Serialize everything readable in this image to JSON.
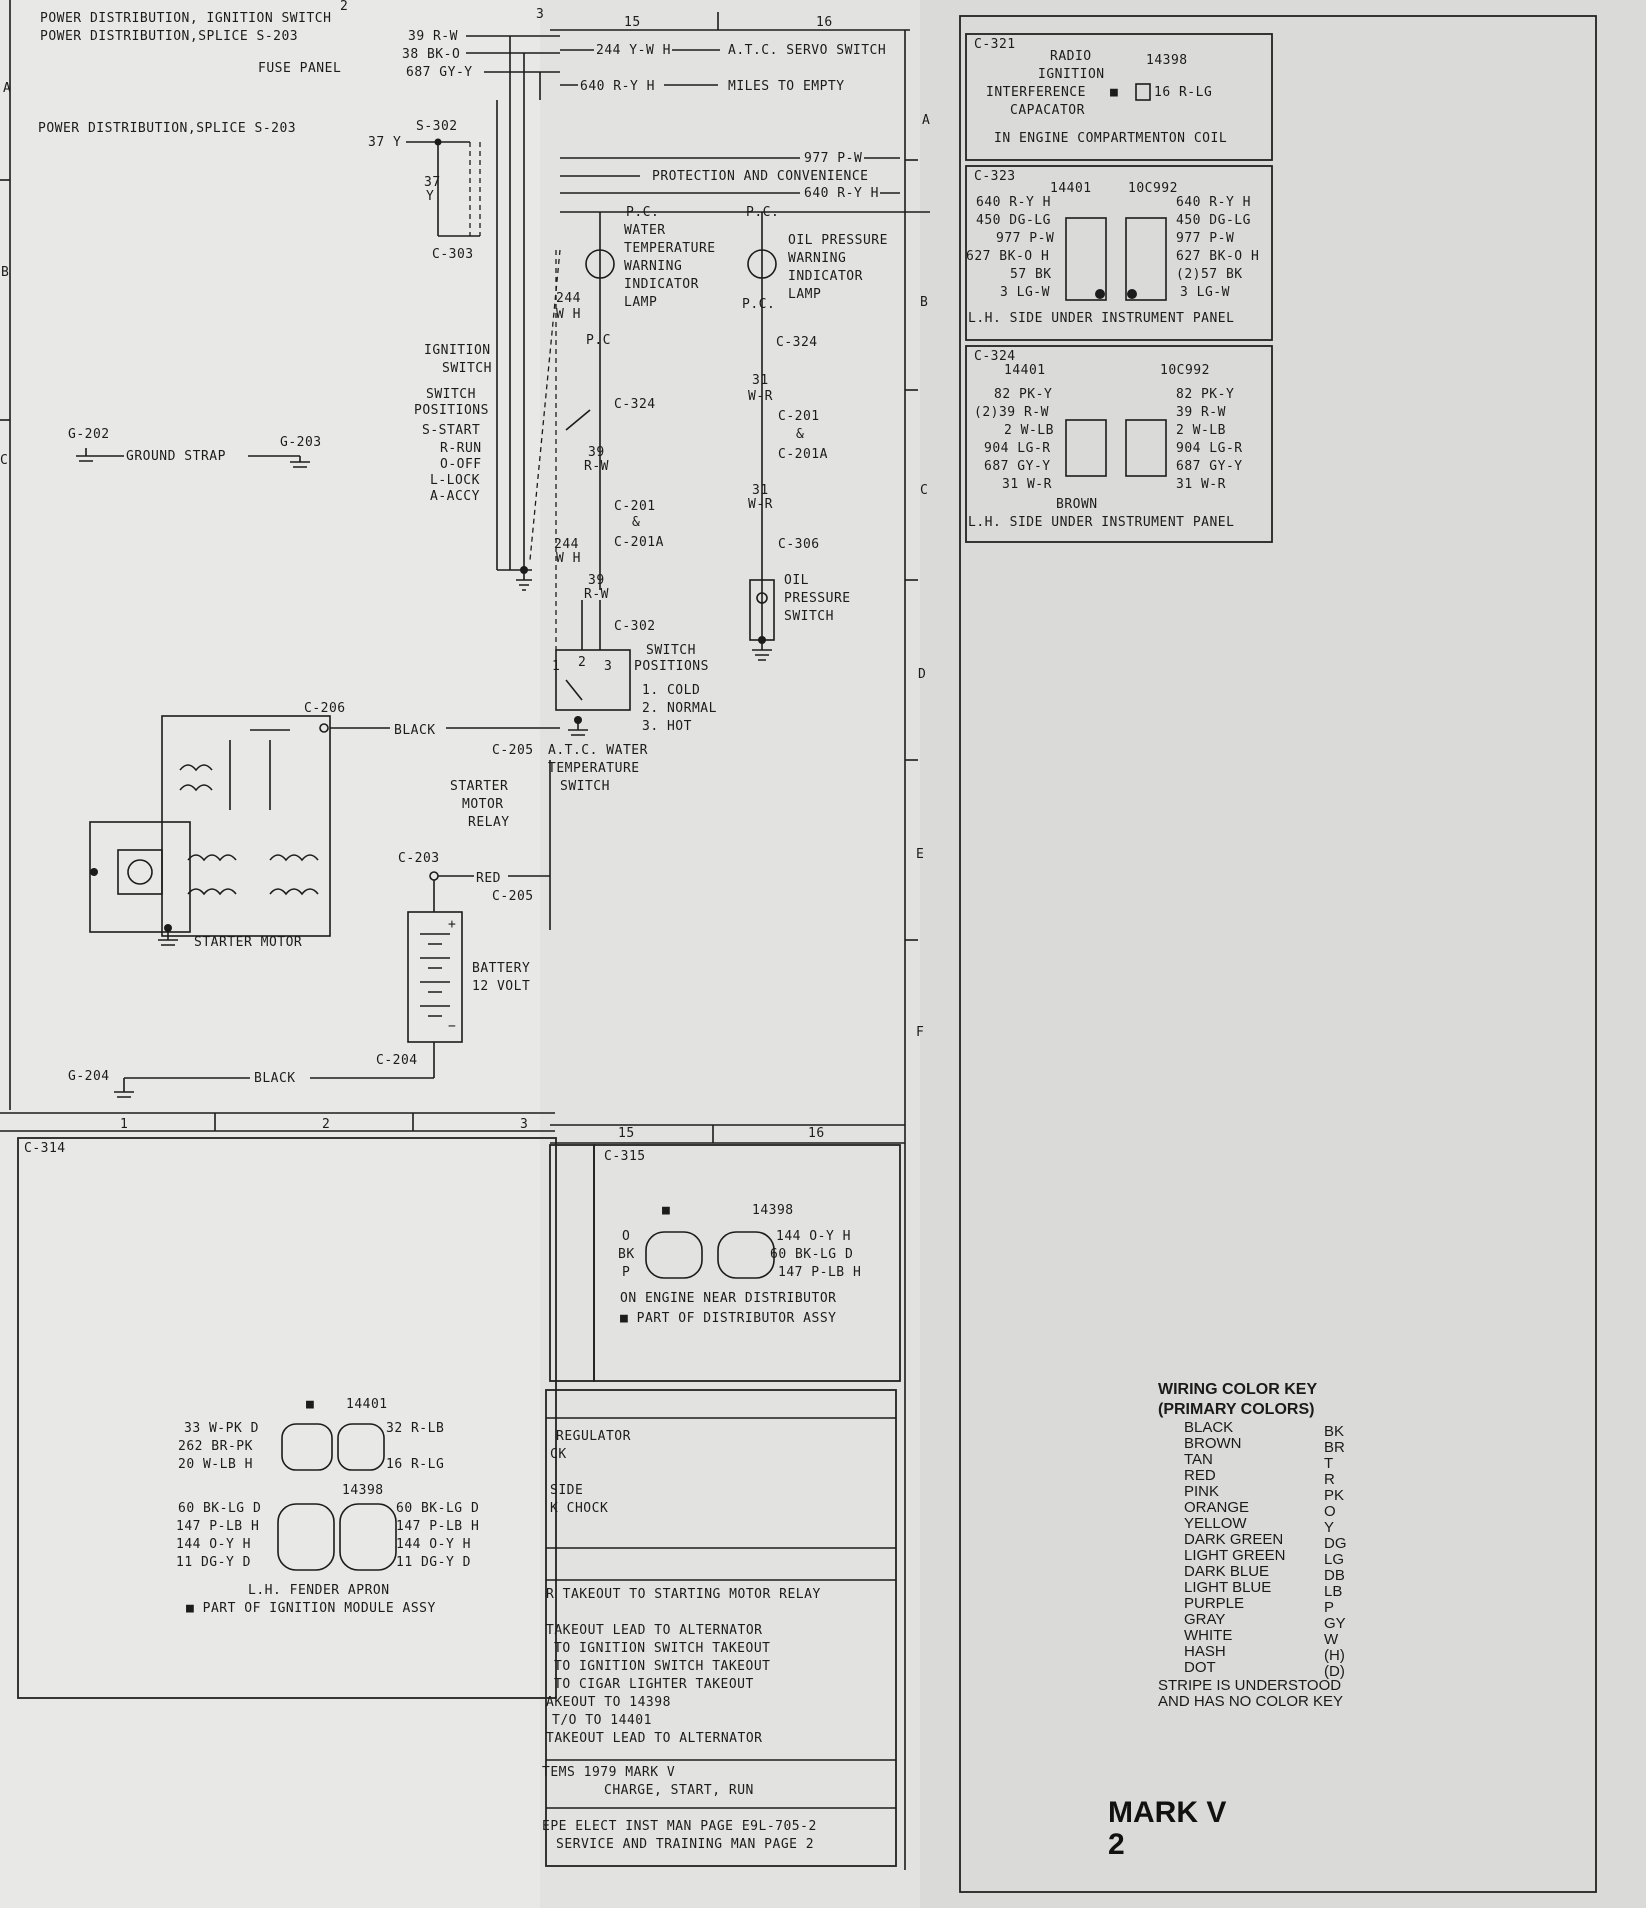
{
  "colors": {
    "paper_left": "#e8e8e6",
    "paper_mid": "#e2e2e0",
    "paper_right": "#dadad8",
    "ink": "#1c1c1c"
  },
  "grid": {
    "top_left": [
      "2",
      "3"
    ],
    "top_mid": [
      "15",
      "16"
    ],
    "bottom_left": [
      "1",
      "2",
      "3"
    ],
    "bottom_mid": [
      "15",
      "16"
    ],
    "rows_outer": [
      "A",
      "B",
      "C"
    ],
    "rows_mid": [
      "A",
      "B",
      "C",
      "D",
      "E",
      "F"
    ]
  },
  "power": {
    "ignition": "POWER DISTRIBUTION, IGNITION SWITCH",
    "ignition_wire": "39 R-W",
    "splice203": "POWER DISTRIBUTION,SPLICE S-203",
    "splice203_wire": "38 BK-O",
    "fuse_panel": "FUSE PANEL",
    "fuse_wire": "687 GY-Y",
    "splice203b": "POWER DISTRIBUTION,SPLICE S-203",
    "splice203b_wire": "37 Y",
    "s302": "S-302",
    "wire37": "37",
    "wire37y": "Y",
    "c303": "C-303"
  },
  "atc": {
    "w244": "244 Y-W H",
    "servo": "A.T.C. SERVO SWITCH",
    "w640": "640 R-Y H",
    "miles": "MILES TO EMPTY"
  },
  "protection": {
    "w977": "977 P-W",
    "label": "PROTECTION AND CONVENIENCE",
    "w640": "640 R-Y H"
  },
  "switch_block": {
    "ign": "IGNITION",
    "sw": "SWITCH",
    "sw2": "SWITCH",
    "pos": "POSITIONS",
    "s": "S-START",
    "r": "R-RUN",
    "o": "O-OFF",
    "l": "L-LOCK",
    "a": "A-ACCY"
  },
  "water_lamp": {
    "pc": "P.C.",
    "l1": "WATER",
    "l2": "TEMPERATURE",
    "l3": "WARNING",
    "l4": "INDICATOR",
    "l5": "LAMP",
    "w244": "244",
    "wwh": "W H",
    "pc2": "P.C",
    "c324": "C-324",
    "w39": "39",
    "rw": "R-W",
    "c201": "C-201",
    "amp": "&",
    "c201a": "C-201A",
    "w244b": "244",
    "wwhb": "W H",
    "w39b": "39",
    "rwb": "R-W",
    "c302": "C-302"
  },
  "oil_lamp": {
    "pc": "P.C.",
    "l1": "OIL PRESSURE",
    "l2": "WARNING",
    "l3": "INDICATOR",
    "l4": "LAMP",
    "pc2": "P.C.",
    "c324": "C-324",
    "w31": "31",
    "wr": "W-R",
    "c201": "C-201",
    "amp": "&",
    "c201a": "C-201A",
    "w31b": "31",
    "wrb": "W-R",
    "c306": "C-306",
    "sw1": "OIL",
    "sw2": "PRESSURE",
    "sw3": "SWITCH"
  },
  "atc_switch": {
    "sp": "SWITCH",
    "sp2": "POSITIONS",
    "p1": "1. COLD",
    "p2": "2. NORMAL",
    "p3": "3. HOT",
    "n1": "1",
    "n2": "2",
    "n3": "3",
    "l1": "A.T.C. WATER",
    "l2": "TEMPERATURE",
    "l3": "SWITCH"
  },
  "grounds": {
    "g202": "G-202",
    "strap": "GROUND STRAP",
    "g203": "G-203",
    "g204": "G-204",
    "black": "BLACK"
  },
  "starter": {
    "c206": "C-206",
    "black": "BLACK",
    "c205": "C-205",
    "relay1": "STARTER",
    "relay2": "MOTOR",
    "relay3": "RELAY",
    "motor": "STARTER MOTOR",
    "c203": "C-203",
    "red": "RED",
    "c205b": "C-205",
    "batt1": "BATTERY",
    "batt2": "12 VOLT",
    "c204": "C-204"
  },
  "c321": {
    "id": "C-321",
    "l1": "RADIO",
    "l2": "IGNITION",
    "l3": "INTERFERENCE",
    "l4": "CAPACATOR",
    "part": "14398",
    "mark": "■",
    "wire": "16 R-LG",
    "loc": "IN ENGINE COMPARTMENTON COIL"
  },
  "c323": {
    "id": "C-323",
    "p1": "14401",
    "p2": "10C992",
    "left": [
      "640 R-Y H",
      "450 DG-LG",
      "977 P-W",
      "627 BK-O H",
      "57 BK",
      "3 LG-W"
    ],
    "right": [
      "640 R-Y H",
      "450 DG-LG",
      "977 P-W",
      "627 BK-O H",
      "(2)57 BK",
      "3 LG-W"
    ],
    "loc": "L.H. SIDE UNDER INSTRUMENT PANEL"
  },
  "c324": {
    "id": "C-324",
    "p1": "14401",
    "p2": "10C992",
    "left": [
      "82 PK-Y",
      "(2)39 R-W",
      "2 W-LB",
      "904 LG-R",
      "687 GY-Y",
      "31 W-R"
    ],
    "right": [
      "82 PK-Y",
      "39 R-W",
      "2 W-LB",
      "904 LG-R",
      "687 GY-Y",
      "31 W-R"
    ],
    "brown": "BROWN",
    "loc": "L.H. SIDE UNDER INSTRUMENT PANEL"
  },
  "c314": {
    "id": "C-314",
    "mark": "■",
    "p1": "14401",
    "left1": [
      "33 W-PK D",
      "262 BR-PK",
      "20 W-LB H"
    ],
    "right1": [
      "32 R-LB",
      "16 R-LG"
    ],
    "p2": "14398",
    "left2": [
      "60 BK-LG D",
      "147 P-LB H",
      "144 O-Y H",
      "11 DG-Y D"
    ],
    "right2": [
      "60 BK-LG D",
      "147 P-LB H",
      "144 O-Y H",
      "11 DG-Y D"
    ],
    "loc": "L.H. FENDER APRON",
    "note": "■ PART OF IGNITION MODULE ASSY"
  },
  "c315": {
    "id": "C-315",
    "mark": "■",
    "part": "14398",
    "left": [
      "O",
      "BK",
      "P"
    ],
    "right": [
      "144 O-Y H",
      "60 BK-LG D",
      "147 P-LB H"
    ],
    "loc": "ON ENGINE NEAR DISTRIBUTOR",
    "note": "■ PART OF DISTRIBUTOR ASSY"
  },
  "mid_notes": {
    "reg": "REGULATOR",
    "ck": "CK",
    "side": "SIDE",
    "kchk": "K CHOCK",
    "r1": "R TAKEOUT TO STARTING MOTOR RELAY",
    "r2": "TAKEOUT LEAD TO ALTERNATOR",
    "r3": "TO IGNITION SWITCH TAKEOUT",
    "r4": "TO IGNITION SWITCH TAKEOUT",
    "r5": "TO CIGAR LIGHTER TAKEOUT",
    "r6": "AKEOUT TO 14398",
    "r7": "T/O TO 14401",
    "r8": "TAKEOUT LEAD TO ALTERNATOR",
    "t1": "TEMS 1979 MARK V",
    "t2": "CHARGE, START, RUN",
    "m1": "EPE ELECT INST MAN PAGE E9L-705-2",
    "m2": "SERVICE AND TRAINING MAN PAGE 2"
  },
  "color_key": {
    "title1": "WIRING COLOR KEY",
    "title2": "(PRIMARY COLORS)",
    "entries": [
      [
        "BLACK",
        "BK"
      ],
      [
        "BROWN",
        "BR"
      ],
      [
        "TAN",
        "T"
      ],
      [
        "RED",
        "R"
      ],
      [
        "PINK",
        "PK"
      ],
      [
        "ORANGE",
        "O"
      ],
      [
        "YELLOW",
        "Y"
      ],
      [
        "DARK GREEN",
        "DG"
      ],
      [
        "LIGHT GREEN",
        "LG"
      ],
      [
        "DARK BLUE",
        "DB"
      ],
      [
        "LIGHT BLUE",
        "LB"
      ],
      [
        "PURPLE",
        "P"
      ],
      [
        "GRAY",
        "GY"
      ],
      [
        "WHITE",
        "W"
      ],
      [
        "HASH",
        "(H)"
      ],
      [
        "DOT",
        "(D)"
      ]
    ],
    "foot1": "STRIPE IS UNDERSTOOD",
    "foot2": "AND HAS NO COLOR KEY"
  },
  "title": {
    "model": "MARK V",
    "page": "2"
  }
}
